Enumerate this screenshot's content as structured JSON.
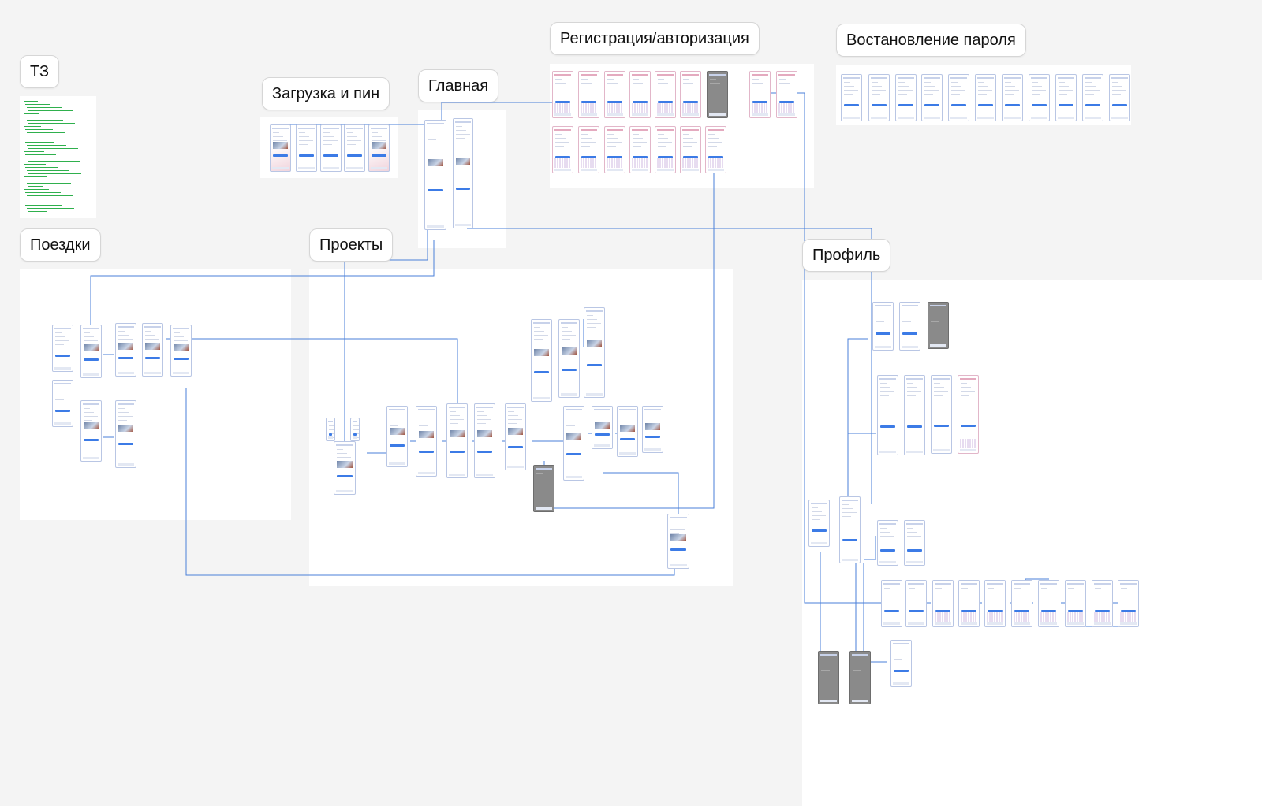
{
  "sections": [
    {
      "id": "tz",
      "title": "ТЗ"
    },
    {
      "id": "load_pin",
      "title": "Загрузка и пин"
    },
    {
      "id": "main",
      "title": "Главная"
    },
    {
      "id": "registration",
      "title": "Регистрация/авторизация"
    },
    {
      "id": "password_recovery",
      "title": "Востановление пароля"
    },
    {
      "id": "trips",
      "title": "Поездки"
    },
    {
      "id": "projects",
      "title": "Проекты"
    },
    {
      "id": "profile",
      "title": "Профиль"
    }
  ],
  "colors": {
    "canvas": "#f4f4f4",
    "section": "#ffffff",
    "connector": "#4a7fd9",
    "accent_button": "#3c7be6",
    "tz_text": "#2fb04d",
    "pink_accent": "#e4aabf"
  }
}
